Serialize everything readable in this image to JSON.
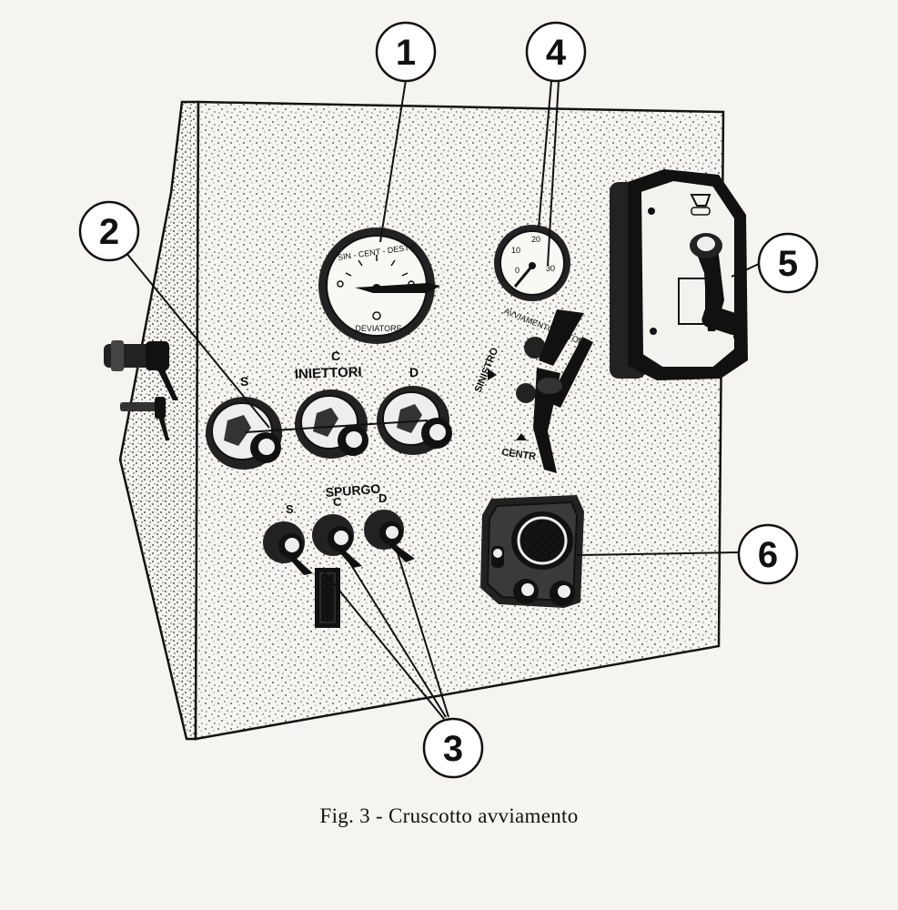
{
  "caption": "Fig. 3 - Cruscotto avviamento",
  "callouts": [
    "1",
    "2",
    "3",
    "4",
    "5",
    "6"
  ],
  "panel_labels": {
    "iniettori": "INIETTORI",
    "spurgo": "SPURGO",
    "inj_s": "S",
    "inj_c": "C",
    "inj_d": "D",
    "sp_s": "S",
    "sp_c": "C",
    "sp_d": "D",
    "sinistro": "SINISTRO",
    "centro": "CENTR",
    "avviamento": "AVVIAMENTO MOTORI"
  },
  "gauge_1": {
    "scale_text": "SIN - CENT - DESTR",
    "label": "DEVIATORE"
  },
  "gauge_4": {
    "numbers": [
      "0",
      "10",
      "20",
      "30"
    ]
  }
}
